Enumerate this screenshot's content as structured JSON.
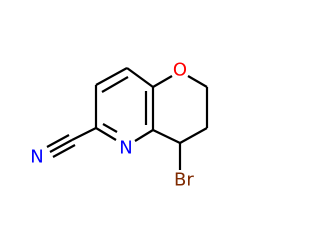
{
  "molecule": {
    "atoms": {
      "nitrile_n": {
        "symbol": "N",
        "color": "#0000ff"
      },
      "pyridine_n": {
        "symbol": "N",
        "color": "#0000ff"
      },
      "ring_o": {
        "symbol": "O",
        "color": "#ff0000"
      },
      "bromine": {
        "symbol": "Br",
        "color": "#7f2a00"
      }
    },
    "bond_color": "#000000"
  }
}
